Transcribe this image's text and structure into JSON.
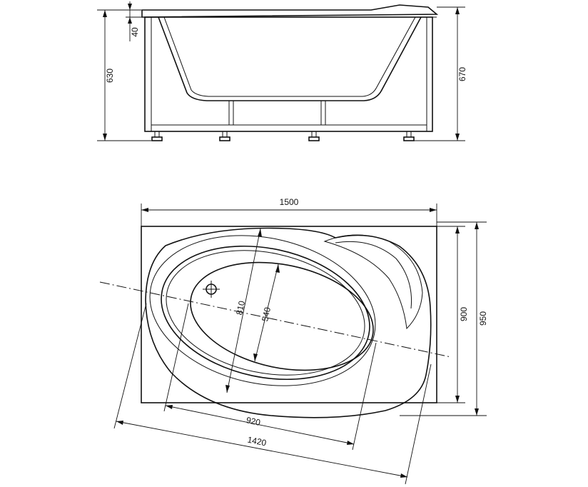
{
  "side_view": {
    "dim_rim": "40",
    "dim_height_tub": "630",
    "dim_height_total": "670"
  },
  "top_view": {
    "dim_length": "1500",
    "dim_width_inner": "900",
    "dim_width_outer": "950",
    "dim_bowl_width": "810",
    "dim_bottom_width": "540",
    "dim_bottom_length": "920",
    "dim_bowl_length": "1420"
  }
}
